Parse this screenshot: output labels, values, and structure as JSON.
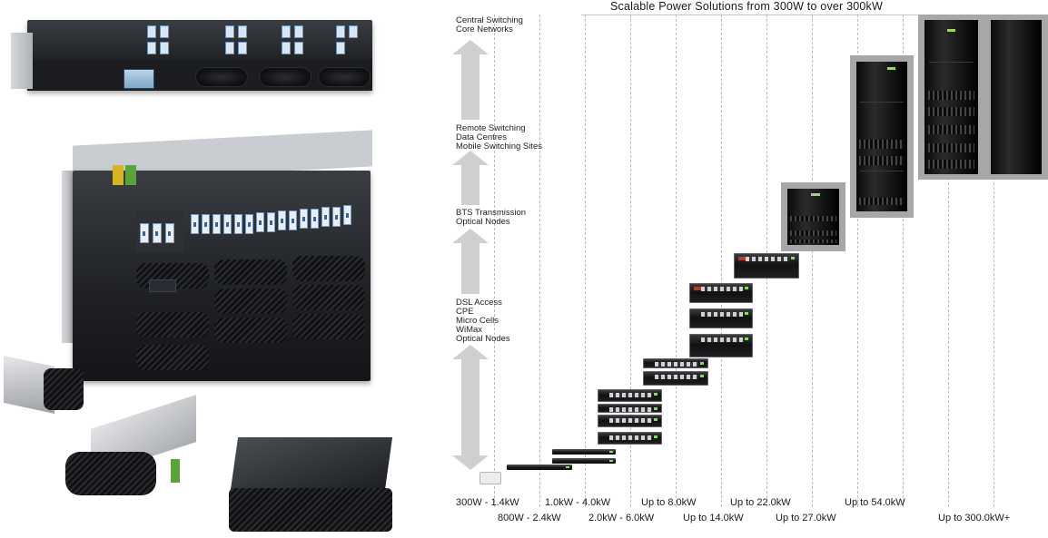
{
  "diagram": {
    "title": "Scalable Power Solutions from 300W to over 300kW",
    "tiers": [
      {
        "id": "central",
        "lines": [
          "Central Switching",
          "Core Networks"
        ]
      },
      {
        "id": "remote",
        "lines": [
          "Remote Switching",
          "Data Centres",
          "Mobile Switching Sites"
        ]
      },
      {
        "id": "bts",
        "lines": [
          "BTS Transmission",
          "Optical Nodes"
        ]
      },
      {
        "id": "dsl",
        "lines": [
          "DSL Access",
          "CPE",
          "Micro Cells",
          "WiMax",
          "Optical Nodes"
        ]
      }
    ],
    "ranges_row1": [
      "300W - 1.4kW",
      "1.0kW - 4.0kW",
      "Up to 8.0kW",
      "Up to 22.0kW",
      "Up to 54.0kW"
    ],
    "ranges_row2": [
      "800W - 2.4kW",
      "2.0kW - 6.0kW",
      "Up to 14.0kW",
      "Up to 27.0kW",
      "Up to 300.0kW+"
    ]
  },
  "colors": {
    "arrow": "#cfcfcf",
    "rule": "#bcbcbc",
    "breaker_blue": "#2a63b4",
    "status_green": "#7fe05c"
  },
  "products": [
    "rack-mount-power-shelf-icon",
    "modular-power-cabinet-icon",
    "small-rectifier-icon",
    "rectifier-module-icon",
    "flat-rectifier-module-icon"
  ]
}
